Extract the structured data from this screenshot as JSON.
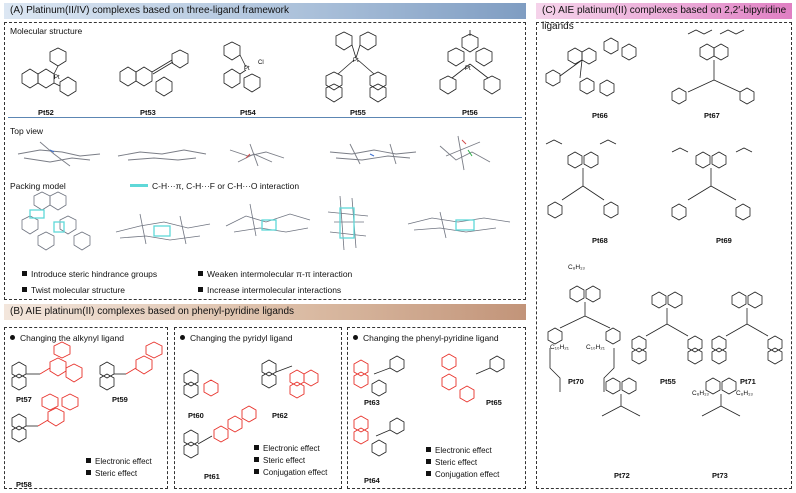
{
  "panel_a": {
    "title": "(A) Platinum(II/IV) complexes based on three-ligand framework",
    "molecular_structure": "Molecular structure",
    "top_view": "Top view",
    "packing_model": "Packing model",
    "interaction_label": "C-H···π, C-H···F or C-H···O interaction",
    "compounds": [
      "Pt52",
      "Pt53",
      "Pt54",
      "Pt55",
      "Pt56"
    ],
    "bullets": [
      "Introduce steric hindrance groups",
      "Weaken intermolecular π-π interaction",
      "Twist molecular structure",
      "Increase intermolecular interactions"
    ]
  },
  "panel_b": {
    "title": "(B) AIE platinum(II) complexes based on phenyl-pyridine ligands",
    "alkynyl": {
      "heading": "Changing the alkynyl ligand",
      "compounds": [
        "Pt57",
        "Pt59",
        "Pt58"
      ],
      "effects": [
        "Electronic effect",
        "Steric effect"
      ]
    },
    "pyridyl": {
      "heading": "Changing the pyridyl ligand",
      "compounds": [
        "Pt60",
        "Pt62",
        "Pt61"
      ],
      "effects": [
        "Electronic effect",
        "Steric effect",
        "Conjugation effect"
      ]
    },
    "phenylpyridine": {
      "heading": "Changing the phenyl-pyridine ligand",
      "compounds": [
        "Pt63",
        "Pt65",
        "Pt64"
      ],
      "effects": [
        "Electronic effect",
        "Steric effect",
        "Conjugation effect"
      ]
    }
  },
  "panel_c": {
    "title": "(C) AIE platinum(II) complexes based on 2,2′-bipyridine ligands",
    "compounds": [
      "Pt66",
      "Pt67",
      "Pt68",
      "Pt69",
      "Pt70",
      "Pt55",
      "Pt71",
      "Pt72",
      "Pt73"
    ],
    "fragments": [
      "C₆H₁₃",
      "C₁₀H₂₁",
      "C₁₀H₂₁",
      "C₆H₁₃",
      "C₆H₁₃"
    ]
  },
  "colors": {
    "highlight": "#e8322b",
    "interaction": "#5fd8d8",
    "panel_a_header": "#a9bfd9",
    "panel_b_header": "#d9b9a1",
    "panel_c_header": "#eaa6d6"
  }
}
